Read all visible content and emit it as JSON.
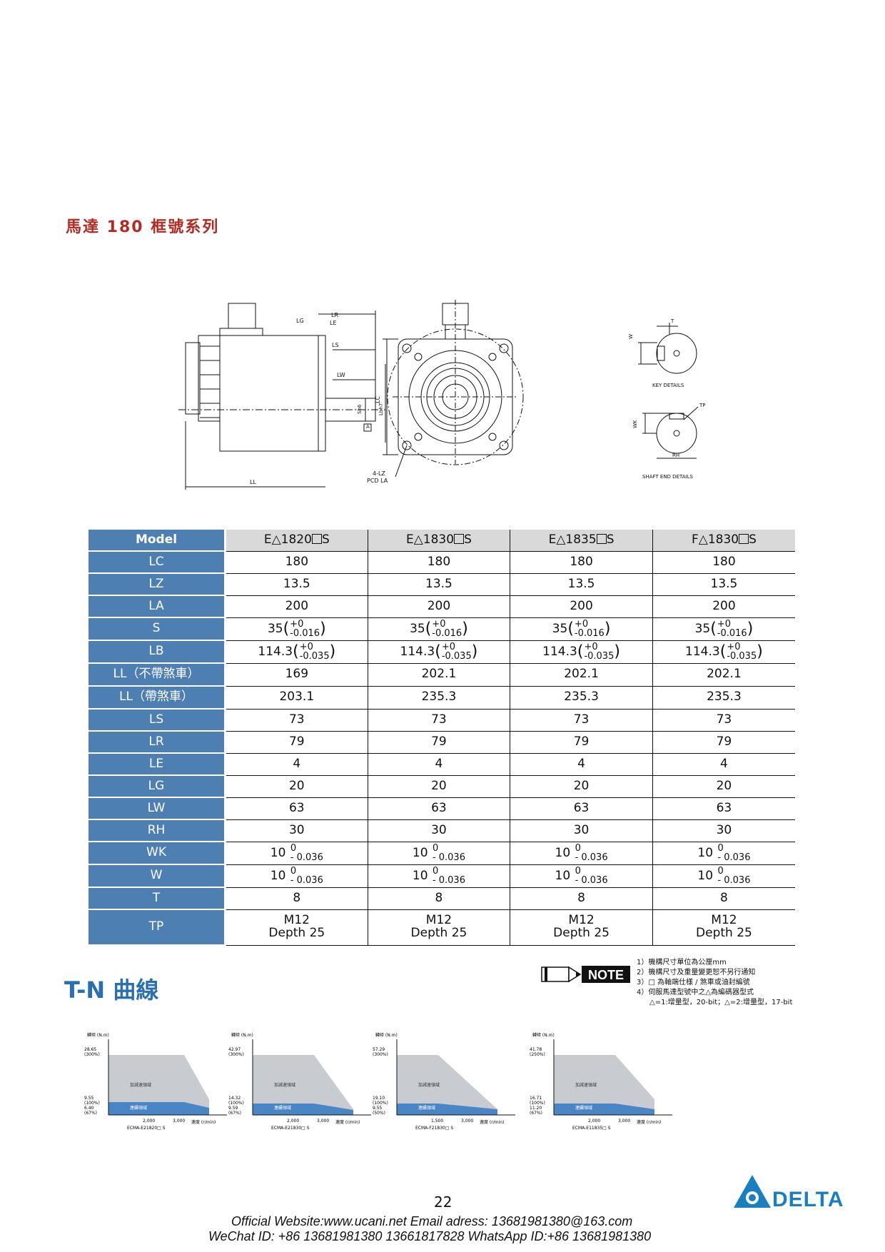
{
  "title": "馬達 180 框號系列",
  "drawing_labels": {
    "LG": "LG",
    "LR": "LR",
    "LE": "LE",
    "LS": "LS",
    "LW": "LW",
    "Sh6": "Sh6",
    "Lbh7": "Lbh7",
    "A": "A",
    "LL": "LL",
    "LC": "LC",
    "LZ": "4-LZ",
    "PCD": "PCD  LA",
    "W": "W",
    "T": "T",
    "key_details": "KEY DETAILS",
    "WK": "WK",
    "TP": "TP",
    "RH": "RH",
    "shaft_end": "SHAFT END DETAILS"
  },
  "table": {
    "header_label": "Model",
    "models": [
      {
        "prefix": "E△1820",
        "suffix": "S"
      },
      {
        "prefix": "E△1830",
        "suffix": "S"
      },
      {
        "prefix": "E△1835",
        "suffix": "S"
      },
      {
        "prefix": "F△1830",
        "suffix": "S"
      }
    ],
    "rows": {
      "LC": {
        "label": "LC",
        "value": "180"
      },
      "LZ": {
        "label": "LZ",
        "value": "13.5"
      },
      "LA": {
        "label": "LA",
        "value": "200"
      },
      "S": {
        "label": "S",
        "value": "35",
        "upper": "+0",
        "lower": "-0.016"
      },
      "LB": {
        "label": "LB",
        "value": "114.3",
        "upper": "+0",
        "lower": "-0.035"
      },
      "LL1": {
        "label": "LL（不帶煞車）",
        "values": [
          "169",
          "202.1",
          "202.1",
          "202.1"
        ]
      },
      "LL2": {
        "label": "LL（帶煞車）",
        "values": [
          "203.1",
          "235.3",
          "235.3",
          "235.3"
        ]
      },
      "LS": {
        "label": "LS",
        "value": "73"
      },
      "LR": {
        "label": "LR",
        "value": "79"
      },
      "LE": {
        "label": "LE",
        "value": "4"
      },
      "LG": {
        "label": "LG",
        "value": "20"
      },
      "LW": {
        "label": "LW",
        "value": "63"
      },
      "RH": {
        "label": "RH",
        "value": "30"
      },
      "WK": {
        "label": "WK",
        "value": "10",
        "upper": "0",
        "lower": "- 0.036"
      },
      "W": {
        "label": "W",
        "value": "10",
        "upper": "0",
        "lower": "- 0.036"
      },
      "T": {
        "label": "T",
        "value": "8"
      },
      "TP": {
        "label": "TP",
        "line1": "M12",
        "line2": "Depth 25"
      }
    }
  },
  "tn_title": "T-N 曲線",
  "note": {
    "label": "NOTE",
    "lines": [
      "1）機構尺寸單位為公厘mm",
      "2）機構尺寸及重量變更恕不另行通知",
      "3）□ 為軸端仕樣 / 煞車或油封編號",
      "4）伺服馬達型號中之△為編碼器型式",
      "△=1:增量型，20-bit；△=2:增量型，17-bit"
    ]
  },
  "tn_common": {
    "y_axis": "轉矩 (N.m)",
    "x_axis": "速度 (r/min)",
    "accel_region": "加減速領域",
    "cont_region": "連續領域"
  },
  "tn_charts": [
    {
      "model": "ECMA-E21820□ S",
      "y_peak": "28.65",
      "y_peak_pct": "(300%)",
      "y_rated": "9.55",
      "y_rated_pct": "(100%)",
      "y_end": "6.40",
      "y_end_pct": "(67%)",
      "x1": "2,000",
      "x2": "3,000"
    },
    {
      "model": "ECMA-E21830□ S",
      "y_peak": "42.97",
      "y_peak_pct": "(300%)",
      "y_rated": "14.32",
      "y_rated_pct": "(100%)",
      "y_end": "9.59",
      "y_end_pct": "(67%)",
      "x1": "2,000",
      "x2": "3,000"
    },
    {
      "model": "ECMA-F21830□ S",
      "y_peak": "57.29",
      "y_peak_pct": "(300%)",
      "y_rated": "19.10",
      "y_rated_pct": "(100%)",
      "y_end": "9.55",
      "y_end_pct": "(50%)",
      "x1": "1,500",
      "x2": "3,000"
    },
    {
      "model": "ECMA-E11835□ S",
      "y_peak": "41.78",
      "y_peak_pct": "(250%)",
      "y_rated": "16.71",
      "y_rated_pct": "(100%)",
      "y_end": "11.20",
      "y_end_pct": "(67%)",
      "x1": "2,000",
      "x2": "3,000"
    }
  ],
  "footer": {
    "page_number": "22",
    "line1": "Official Website:www.ucani.net  Email adress: 13681981380@163.com",
    "line2": "WeChat  ID: +86 13681981380 13661817828  WhatsApp ID:+86 13681981380"
  },
  "brand": "DELTA",
  "colors": {
    "title_red": "#b42b22",
    "row_header_blue": "#4d7fb3",
    "tn_blue": "#2a6fb0",
    "accel_gray": "#c8cbd0",
    "cont_blue": "#4a86c5",
    "brand_blue": "#1a7fc1"
  }
}
